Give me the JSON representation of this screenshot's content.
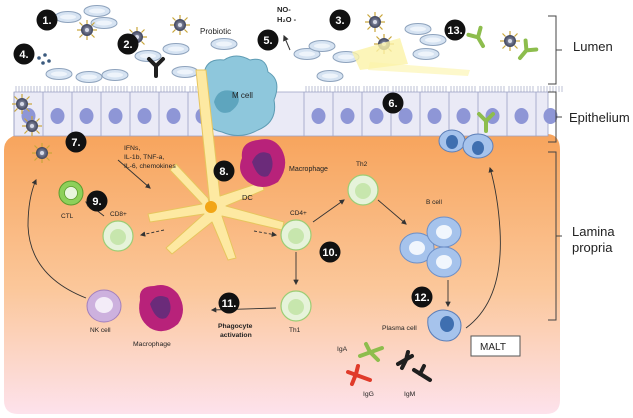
{
  "regions": {
    "lumen": "Lumen",
    "epithelium": "Epithelium",
    "lamina_1": "Lamina",
    "lamina_2": "propria"
  },
  "steps": [
    "1.",
    "2.",
    "3.",
    "4.",
    "5.",
    "6.",
    "7.",
    "8.",
    "9.",
    "10.",
    "11.",
    "12.",
    "13."
  ],
  "labels": {
    "probiotic": "Probiotic",
    "no": "NO-",
    "h2o": "H₂O -",
    "m_cell": "M cell",
    "ifns": "IFNs,",
    "il1b": "IL-1b, TNF-a,",
    "il6": "IL-6, chemokines",
    "macrophage_top": "Macrophage",
    "dc": "DC",
    "th2": "Th2",
    "b_cell": "B cell",
    "ctl": "CTL",
    "cd8": "CD8+",
    "cd4": "CD4+",
    "th1": "Th1",
    "nk_cell": "NK cell",
    "macrophage_bottom": "Macrophage",
    "phago_1": "Phagocyte",
    "phago_2": "activation",
    "plasma_cell": "Plasma cell",
    "iga": "IgA",
    "igg": "IgG",
    "igm": "IgM",
    "malt": "MALT"
  },
  "colors": {
    "lamina_top": "#f7a45c",
    "lamina_bottom": "#fde2ec",
    "epithelium": "#eaeaf6",
    "nucleus": "#8e96d6",
    "m_cell": "#8ec7dc",
    "dc": "#fde9a2",
    "macrophage": "#b8227a",
    "lymphocyte": "#c7e6ad",
    "b_cell": "#a6c3ec",
    "nk_cell": "#cdb1de",
    "iga": "#8dbd4d",
    "igg": "#e03b2a",
    "igm": "#1f1f1f",
    "badge": "#111111"
  }
}
